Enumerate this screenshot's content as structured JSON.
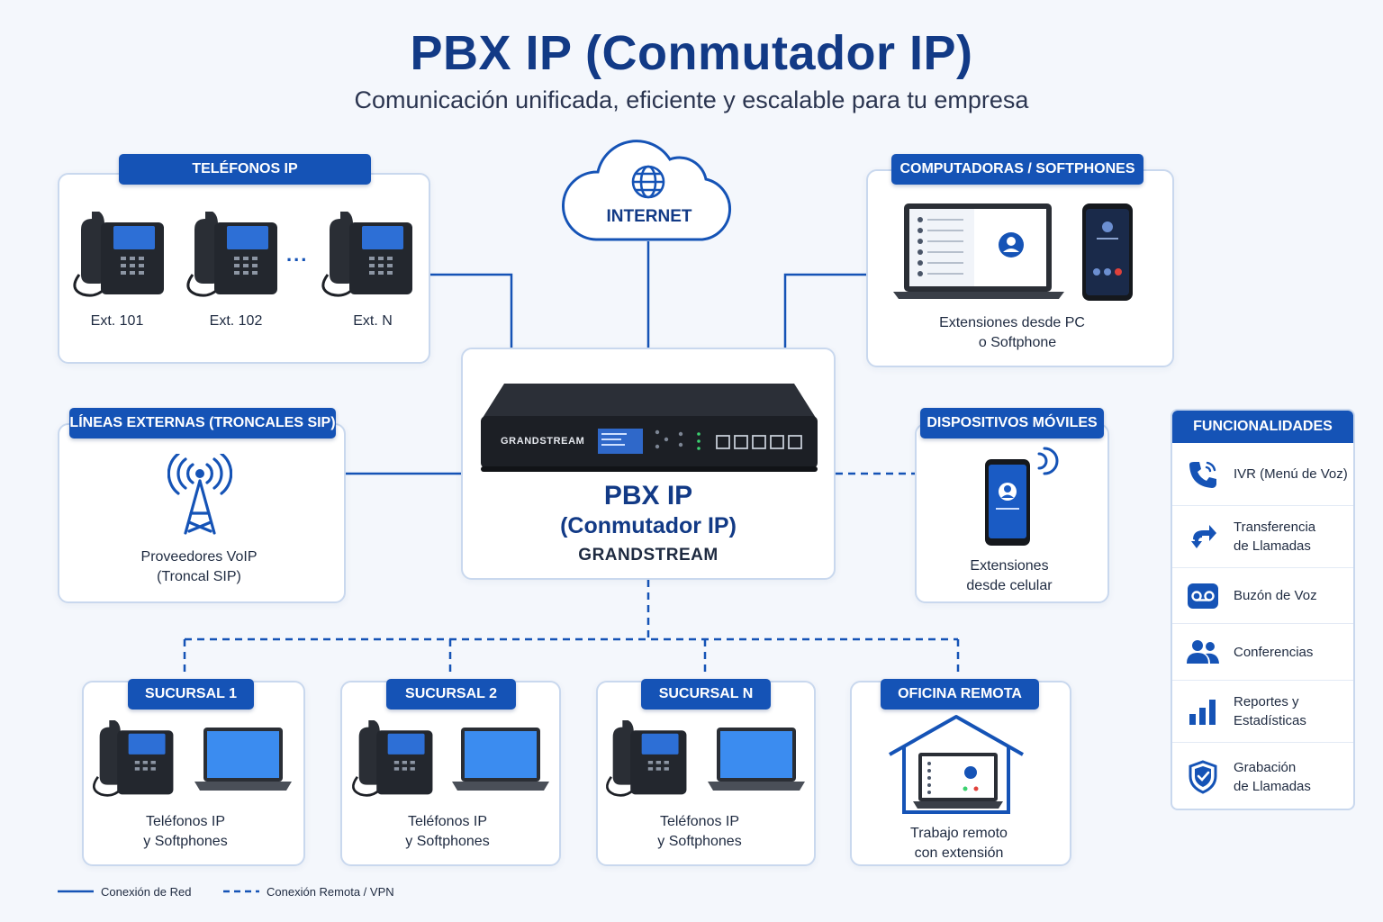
{
  "header": {
    "title": "PBX IP (Conmutador IP)",
    "subtitle": "Comunicación unificada, eficiente y escalable para tu empresa"
  },
  "ip_phones": {
    "tag": "TELÉFONOS IP",
    "extensions": [
      "Ext. 101",
      "Ext. 102",
      "Ext. N"
    ],
    "ellipsis": "..."
  },
  "internet": {
    "label": "INTERNET"
  },
  "computers": {
    "tag": "COMPUTADORAS / SOFTPHONES",
    "caption_line1": "Extensiones desde PC",
    "caption_line2": "o Softphone"
  },
  "trunks": {
    "tag": "LÍNEAS EXTERNAS (TRONCALES SIP)",
    "caption_line1": "Proveedores VoIP",
    "caption_line2": "(Troncal SIP)"
  },
  "pbx": {
    "brand_on_device": "GRANDSTREAM",
    "name_line1": "PBX IP",
    "name_line2": "(Conmutador IP)",
    "vendor": "GRANDSTREAM"
  },
  "mobile": {
    "tag": "DISPOSITIVOS MÓVILES",
    "caption_line1": "Extensiones",
    "caption_line2": "desde celular"
  },
  "features": {
    "tag": "FUNCIONALIDADES",
    "items": [
      {
        "line1": "IVR (Menú de Voz)",
        "line2": "",
        "icon": "phone-icon"
      },
      {
        "line1": "Transferencia",
        "line2": "de Llamadas",
        "icon": "transfer-icon"
      },
      {
        "line1": "Buzón de Voz",
        "line2": "",
        "icon": "voicemail-icon"
      },
      {
        "line1": "Conferencias",
        "line2": "",
        "icon": "users-icon"
      },
      {
        "line1": "Reportes y",
        "line2": "Estadísticas",
        "icon": "bar-chart-icon"
      },
      {
        "line1": "Grabación",
        "line2": "de Llamadas",
        "icon": "shield-check-icon"
      }
    ]
  },
  "branches": [
    {
      "tag": "SUCURSAL 1",
      "line1": "Teléfonos IP",
      "line2": "y Softphones"
    },
    {
      "tag": "SUCURSAL 2",
      "line1": "Teléfonos IP",
      "line2": "y Softphones"
    },
    {
      "tag": "SUCURSAL N",
      "line1": "Teléfonos IP",
      "line2": "y Softphones"
    },
    {
      "tag": "OFICINA REMOTA",
      "line1": "Trabajo remoto",
      "line2": "con extensión"
    }
  ],
  "legend": {
    "network": "Conexión de Red",
    "remote": "Conexión Remota / VPN"
  },
  "colors": {
    "primary": "#1553b6",
    "title": "#123a86",
    "line": "#1553b6",
    "panel_border": "#c9d8ee",
    "background": "#f4f7fc"
  }
}
